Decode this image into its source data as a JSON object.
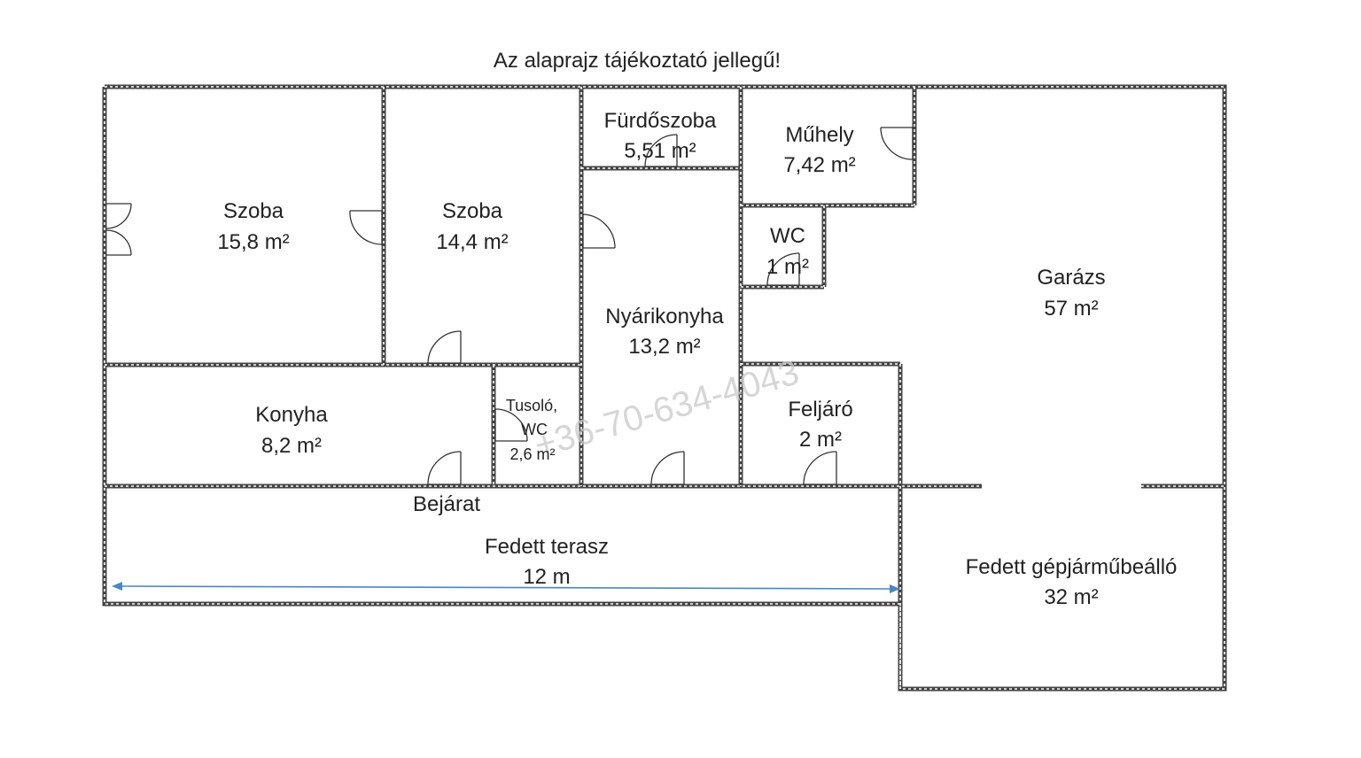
{
  "title": "Az alaprajz tájékoztató jellegű!",
  "watermark": "+36-70-634-4043",
  "colors": {
    "wall": "#444444",
    "dimension_line": "#4a86c5",
    "watermark": "#c9c9c9"
  },
  "rooms": {
    "szoba1": {
      "name": "Szoba",
      "area": "15,8 m²"
    },
    "szoba2": {
      "name": "Szoba",
      "area": "14,4 m²"
    },
    "furdoszoba": {
      "name": "Fürdőszoba",
      "area": "5,51 m²"
    },
    "muhely": {
      "name": "Műhely",
      "area": "7,42 m²"
    },
    "wc": {
      "name": "WC",
      "area": "1 m²"
    },
    "garazs": {
      "name": "Garázs",
      "area": "57 m²"
    },
    "nyarikonyha": {
      "name": "Nyárikonyha",
      "area": "13,2 m²"
    },
    "konyha": {
      "name": "Konyha",
      "area": "8,2 m²"
    },
    "tusolo": {
      "name_line1": "Tusoló,",
      "name_line2": "WC",
      "area": "2,6 m²"
    },
    "feljaro": {
      "name": "Feljáró",
      "area": "2 m²"
    },
    "terasz": {
      "name": "Fedett terasz",
      "dimension": "12 m"
    },
    "beallo": {
      "name": "Fedett gépjárműbeálló",
      "area": "32 m²"
    }
  },
  "entrance_label": "Bejárat"
}
